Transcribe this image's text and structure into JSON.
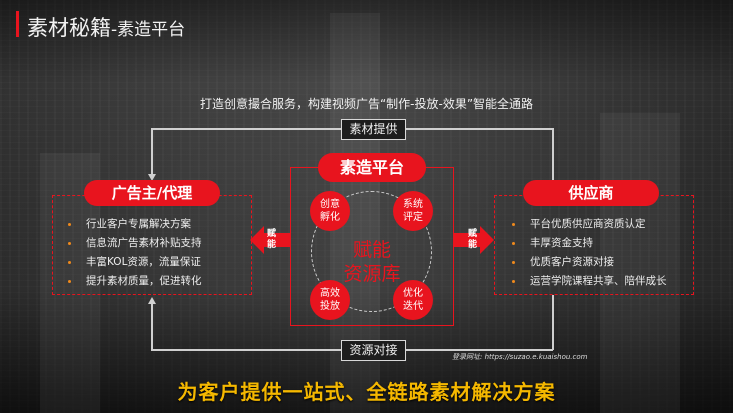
{
  "header": {
    "title_main": "素材秘籍",
    "title_sub": "-素造平台",
    "accent_color": "#e8141e"
  },
  "tagline": "打造创意撮合服务，构建视频广告“制作-投放-效果”智能全通路",
  "flow": {
    "top_label": "素材提供",
    "bottom_label": "资源对接"
  },
  "left_panel": {
    "title": "广告主/代理",
    "items": [
      "行业客户专属解决方案",
      "信息流广告素材补贴支持",
      "丰富KOL资源，流量保证",
      "提升素材质量，促进转化"
    ]
  },
  "right_panel": {
    "title": "供应商",
    "items": [
      "平台优质供应商资质认定",
      "丰厚资金支持",
      "优质客户资源对接",
      "运营学院课程共享、陪伴成长"
    ]
  },
  "center_panel": {
    "title": "素造平台",
    "core_line1": "赋能",
    "core_line2": "资源库",
    "nodes": [
      {
        "line1": "创意",
        "line2": "孵化"
      },
      {
        "line1": "系统",
        "line2": "评定"
      },
      {
        "line1": "高效",
        "line2": "投放"
      },
      {
        "line1": "优化",
        "line2": "迭代"
      }
    ],
    "left_arrow_label_1": "赋",
    "left_arrow_label_2": "能",
    "right_arrow_label_1": "赋",
    "right_arrow_label_2": "能"
  },
  "url_note": "登录网址: https://suzao.e.kuaishou.com",
  "slogan": "为客户提供一站式、全链路素材解决方案",
  "colors": {
    "red": "#e8141e",
    "slogan_yellow": "#f5b800",
    "bullet_orange": "#f08a1c"
  }
}
